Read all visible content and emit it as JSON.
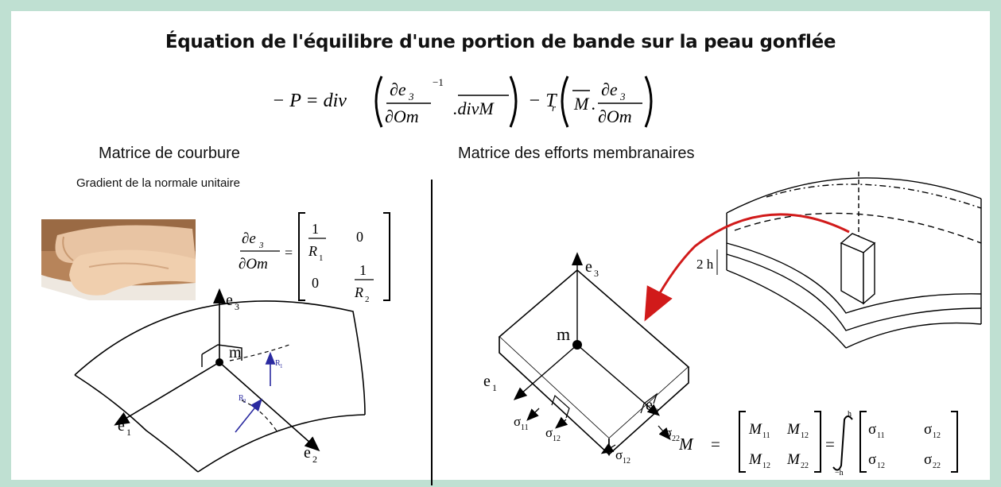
{
  "title": "Équation de l'équilibre d'une portion de bande sur la peau gonflée",
  "main_equation": {
    "lhs": "− P = div",
    "frac_num": "∂e",
    "frac_num_sub": "3",
    "frac_den": "∂Om",
    "power": "−1",
    "divM": ".divM",
    "minus_tr": "− T",
    "tr_sub": "r",
    "mbar": "M",
    "dot": ".",
    "frac2_num": "∂e",
    "frac2_num_sub": "3",
    "frac2_den": "∂Om"
  },
  "left": {
    "heading": "Matrice de courbure",
    "subheading": "Gradient de la normale unitaire",
    "eq": {
      "num": "∂e",
      "num_sub": "3",
      "den": "∂Om",
      "equals": "=",
      "m11_num": "1",
      "m11_den": "R",
      "m11_sub": "1",
      "m12": "0",
      "m21": "0",
      "m22_num": "1",
      "m22_den": "R",
      "m22_sub": "2"
    },
    "labels": {
      "e3": "e",
      "e3_sub": "3",
      "e1": "e",
      "e1_sub": "1",
      "e2": "e",
      "e2_sub": "2",
      "m": "m",
      "r1": "R",
      "r1_sub": "1",
      "r2": "R",
      "r2_sub": "2"
    }
  },
  "right": {
    "heading": "Matrice des efforts membranaires",
    "labels": {
      "e3": "e",
      "e3_sub": "3",
      "e1": "e",
      "e1_sub": "1",
      "e2": "e",
      "e2_sub": "2",
      "m": "m",
      "sigma11": "σ",
      "sigma11_sub": "11",
      "sigma12a": "σ",
      "sigma12a_sub": "12",
      "sigma12b": "σ",
      "sigma12b_sub": "12",
      "sigma22": "σ",
      "sigma22_sub": "22",
      "twoh": "2 h"
    },
    "eq": {
      "M": "M",
      "equals": "=",
      "m11": "M",
      "m11_sub": "11",
      "m12": "M",
      "m12_sub": "12",
      "m21": "M",
      "m21_sub": "12",
      "m22": "M",
      "m22_sub": "22",
      "eq2": "=",
      "int_upper": "h",
      "int_lower": "−h",
      "s11": "σ",
      "s11_sub": "11",
      "s12": "σ",
      "s12_sub": "12",
      "s21": "σ",
      "s21_sub": "12",
      "s22": "σ",
      "s22_sub": "22"
    }
  },
  "colors": {
    "frame": "#bfe0d2",
    "arrow_red": "#d11a1a",
    "radius_blue": "#2a2aa0"
  }
}
